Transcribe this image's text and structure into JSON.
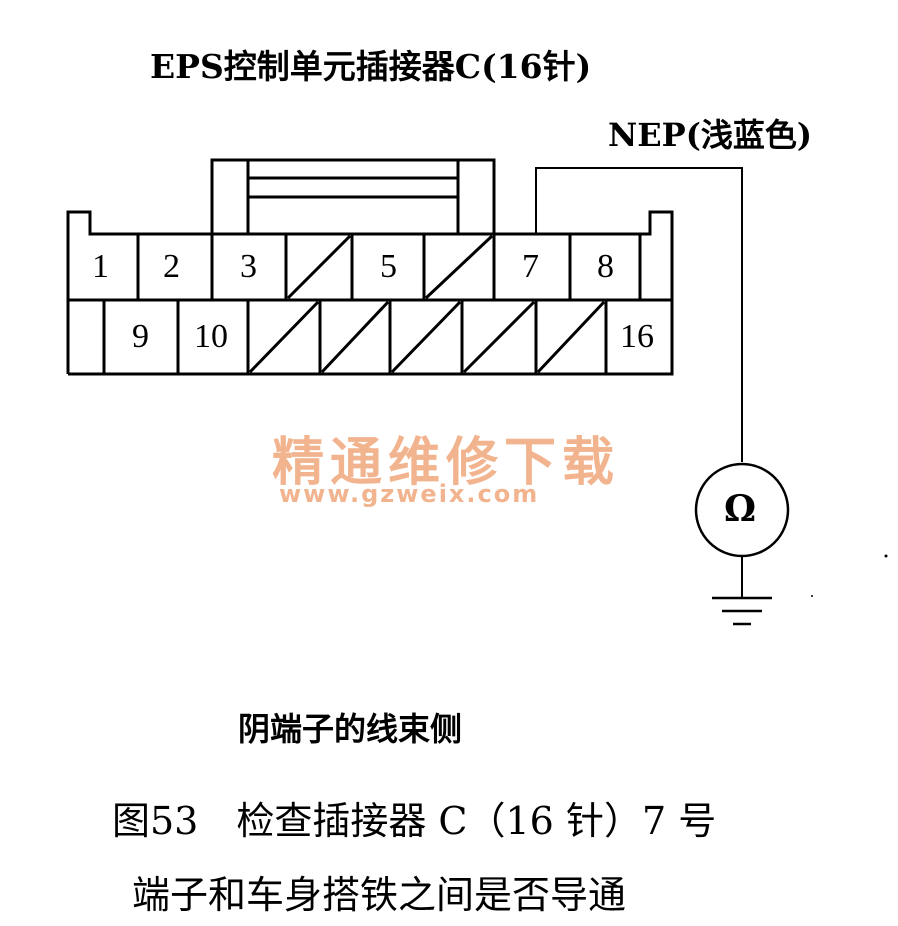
{
  "title": "EPS控制单元插接器C(16针)",
  "wire_label": "NEP(浅蓝色)",
  "pins_row1": [
    "1",
    "2",
    "3",
    "",
    "5",
    "",
    "7",
    "8"
  ],
  "pins_row2": [
    "",
    "9",
    "10",
    "",
    "",
    "",
    "",
    "",
    "16"
  ],
  "meter_symbol": "Ω",
  "watermark": {
    "line1": "精通维修下载",
    "line2": "www.gzweix.com",
    "color": "#f2b48e"
  },
  "side_label": "阴端子的线束侧",
  "caption": {
    "line1": "图53　检查插接器 C（16 针）7 号",
    "line2": "端子和车身搭铁之间是否导通"
  }
}
